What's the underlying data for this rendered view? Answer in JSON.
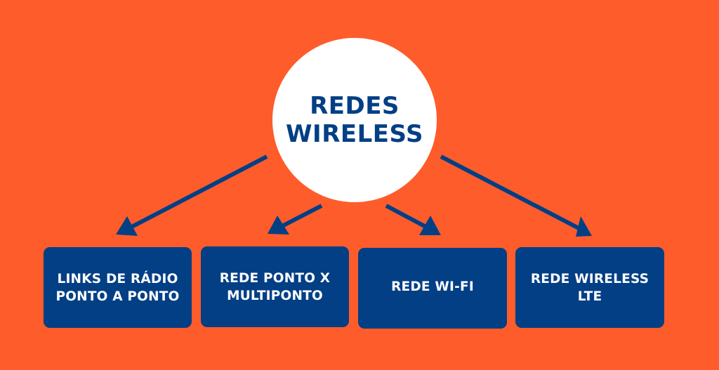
{
  "colors": {
    "background": "#FF5C2B",
    "hub_fill": "#FFFFFF",
    "primary": "#033F85",
    "box_text": "#FFFFFF"
  },
  "hub": {
    "line1": "REDES",
    "line2": "WIRELESS"
  },
  "boxes": [
    {
      "line1": "LINKS DE RÁDIO",
      "line2": "PONTO A PONTO"
    },
    {
      "line1": "REDE PONTO X",
      "line2": "MULTIPONTO"
    },
    {
      "line1": "REDE WI-FI",
      "line2": ""
    },
    {
      "line1": "REDE WIRELESS",
      "line2": "LTE"
    }
  ],
  "arrows": [
    {
      "from": "hub",
      "to": "boxes.0"
    },
    {
      "from": "hub",
      "to": "boxes.1"
    },
    {
      "from": "hub",
      "to": "boxes.2"
    },
    {
      "from": "hub",
      "to": "boxes.3"
    }
  ]
}
